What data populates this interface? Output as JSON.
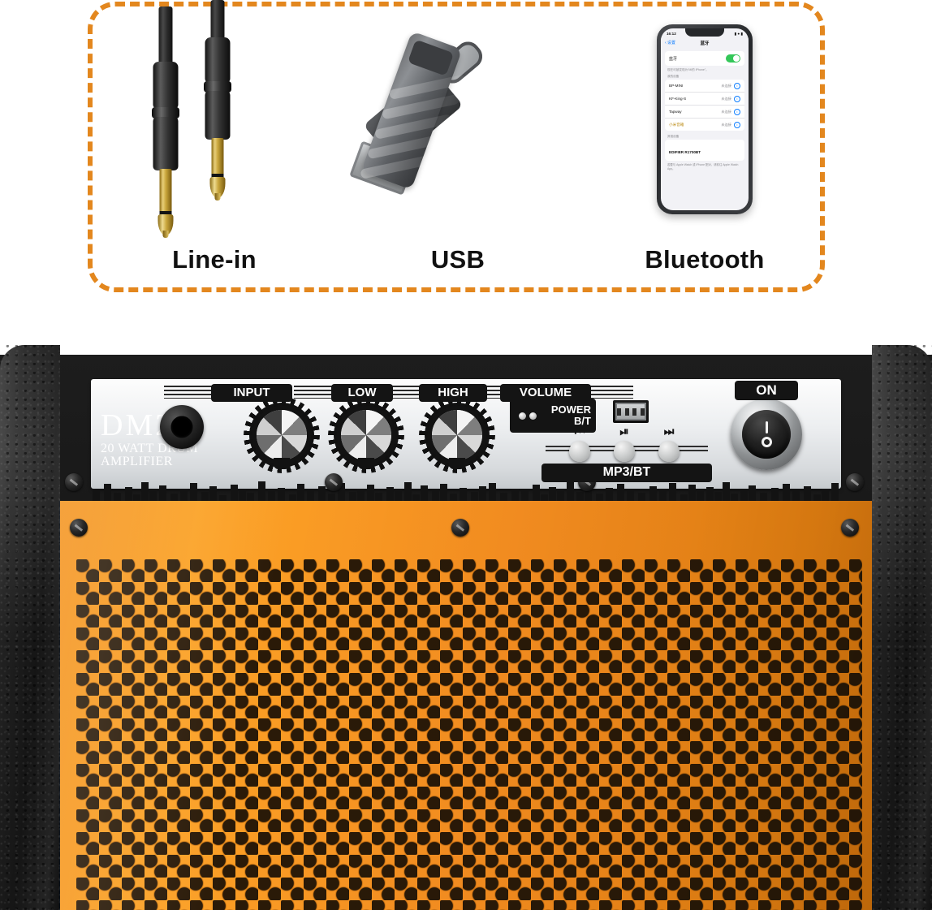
{
  "connectivity": {
    "items": [
      {
        "label": "Line-in",
        "icon": "audio-cable-plug-icon"
      },
      {
        "label": "USB",
        "icon": "usb-flash-drive-icon"
      },
      {
        "label": "Bluetooth",
        "icon": "smartphone-bluetooth-icon"
      }
    ],
    "border_color": "#E3871E"
  },
  "phone": {
    "status": {
      "time": "16:12",
      "indicators": "▮ ● ▮"
    },
    "nav": {
      "back": "‹ 设置",
      "title": "蓝牙"
    },
    "bluetooth_row": {
      "label": "蓝牙",
      "toggle": "on"
    },
    "note": "现在可被发现为“Mi的 iPhone”。",
    "my_devices_header": "我的设备",
    "devices": [
      {
        "name": "BP-MINI",
        "state": "未连接"
      },
      {
        "name": "KF-King-S",
        "state": "未连接"
      },
      {
        "name": "Tapway",
        "state": "未连接"
      },
      {
        "name": "小米音箱",
        "state": "未连接"
      }
    ],
    "other_header": "其他设备",
    "other_device": "EDIFIER R1700BT",
    "footer": "若要与 Apple Watch 或 iPhone 配对，请前往 Apple Watch App。"
  },
  "amplifier": {
    "brand": {
      "model": "DM20",
      "line1": "20 WATT DRUM",
      "line2": "AMPLIFIER"
    },
    "labels": {
      "input": "INPUT",
      "low": "LOW",
      "high": "HIGH",
      "volume": "VOLUME",
      "power_bt": "POWER\nB/T",
      "power_bt_line1": "POWER",
      "power_bt_line2": "B/T",
      "mp3_bt": "MP3/BT",
      "on": "ON"
    },
    "transport_buttons": [
      {
        "name": "previous-track-button",
        "glyph": "⏮"
      },
      {
        "name": "play-pause-button",
        "glyph": "⏯"
      },
      {
        "name": "next-track-button",
        "glyph": "⏭"
      }
    ],
    "power_switch": {
      "on_symbol": "I",
      "off_symbol": "O"
    },
    "colors": {
      "cabinet": "#141414",
      "baffle": "#F7941D",
      "panel": "#EDEFF1"
    }
  }
}
